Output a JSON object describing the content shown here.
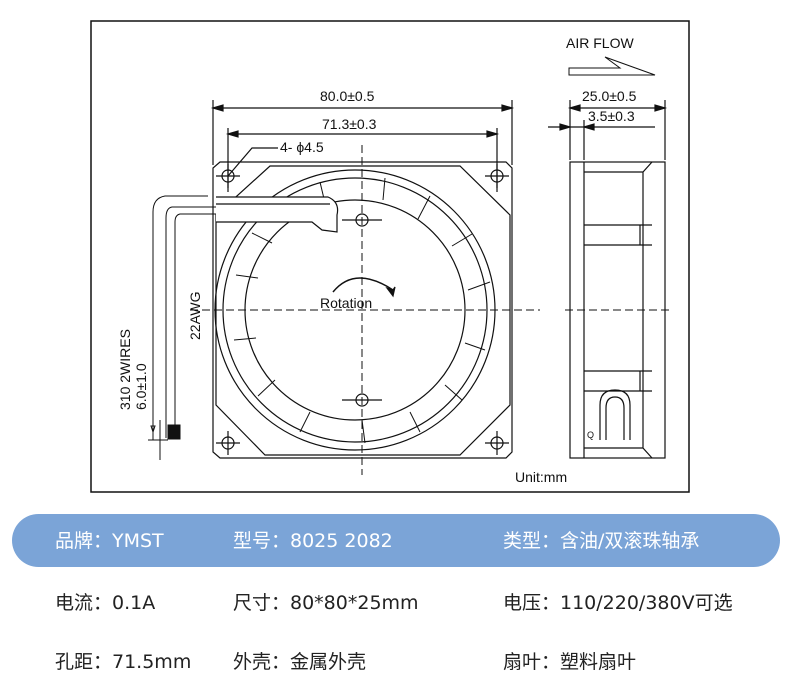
{
  "drawing": {
    "air_flow": "AIR FLOW",
    "dim_width": "80.0±0.5",
    "dim_hole_spacing": "71.3±0.3",
    "dim_holes": "4- ϕ4.5",
    "dim_depth": "25.0±0.5",
    "dim_flange": "3.5±0.3",
    "rotation": "Rotation",
    "wire_gauge": "22AWG",
    "wire_length": "310 2WIRES",
    "wire_strip": "6.0±1.0",
    "unit": "Unit:mm",
    "side_mark": "Q"
  },
  "specs": {
    "row1": [
      "品牌：YMST",
      "型号：8025 2082",
      "类型：含油/双滚珠轴承"
    ],
    "row2": [
      "电流：0.1A",
      "尺寸：80*80*25mm",
      "电压：110/220/380V可选"
    ],
    "row3": [
      "孔距：71.5mm",
      "外壳：金属外壳",
      "扇叶：塑料扇叶"
    ]
  },
  "colors": {
    "band": "#7ba4d7"
  }
}
